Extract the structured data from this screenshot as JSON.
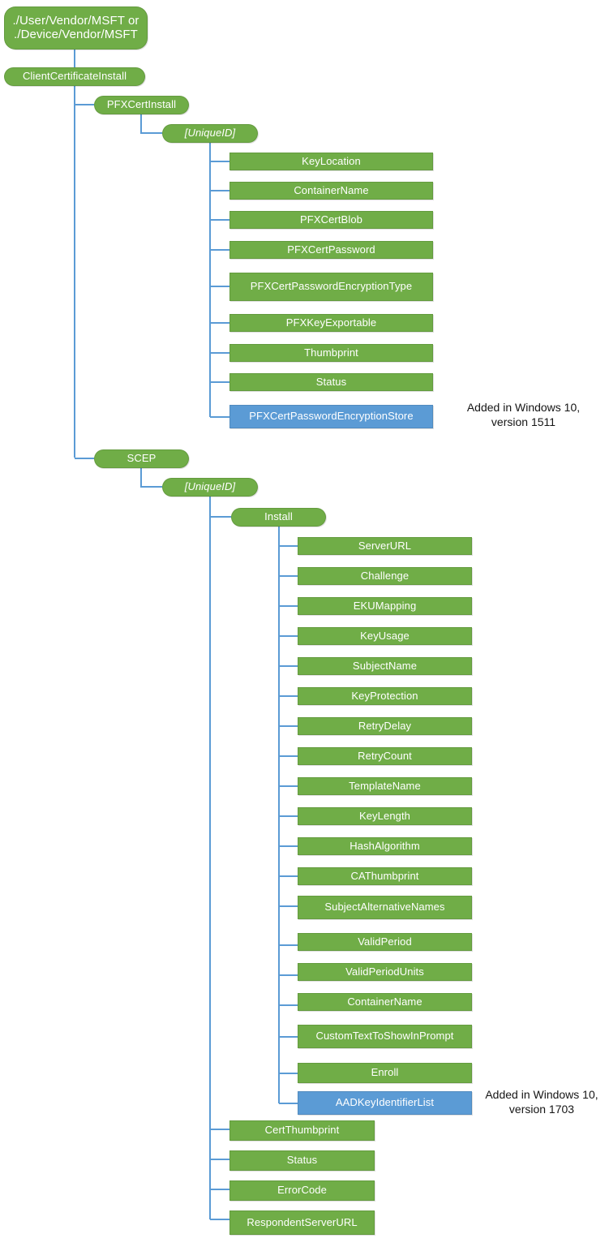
{
  "diagram": {
    "title": "ClientCertificateInstall CSP node tree",
    "colors": {
      "node_green": "#70AD47",
      "node_blue": "#5B9BD5",
      "connector": "#5B9BD5",
      "node_text": "#FFFFFF",
      "annotation_text": "#151515",
      "background": "#FFFFFF"
    }
  },
  "nodes": {
    "root": "./User/Vendor/MSFT or\n./Device/Vendor/MSFT",
    "client_certificate_install": "ClientCertificateInstall",
    "pfx_cert_install": "PFXCertInstall",
    "pfx_unique_id": "[UniqueID]",
    "scep": "SCEP",
    "scep_unique_id": "[UniqueID]",
    "install": "Install"
  },
  "pfx_children": [
    {
      "label": "KeyLocation",
      "color": "green"
    },
    {
      "label": "ContainerName",
      "color": "green"
    },
    {
      "label": "PFXCertBlob",
      "color": "green"
    },
    {
      "label": "PFXCertPassword",
      "color": "green"
    },
    {
      "label": "PFXCertPasswordEncryptionType",
      "color": "green"
    },
    {
      "label": "PFXKeyExportable",
      "color": "green"
    },
    {
      "label": "Thumbprint",
      "color": "green"
    },
    {
      "label": "Status",
      "color": "green"
    },
    {
      "label": "PFXCertPasswordEncryptionStore",
      "color": "blue"
    }
  ],
  "install_children": [
    {
      "label": "ServerURL",
      "color": "green"
    },
    {
      "label": "Challenge",
      "color": "green"
    },
    {
      "label": "EKUMapping",
      "color": "green"
    },
    {
      "label": "KeyUsage",
      "color": "green"
    },
    {
      "label": "SubjectName",
      "color": "green"
    },
    {
      "label": "KeyProtection",
      "color": "green"
    },
    {
      "label": "RetryDelay",
      "color": "green"
    },
    {
      "label": "RetryCount",
      "color": "green"
    },
    {
      "label": "TemplateName",
      "color": "green"
    },
    {
      "label": "KeyLength",
      "color": "green"
    },
    {
      "label": "HashAlgorithm",
      "color": "green"
    },
    {
      "label": "CAThumbprint",
      "color": "green"
    },
    {
      "label": "SubjectAlternativeNames",
      "color": "green"
    },
    {
      "label": "ValidPeriod",
      "color": "green"
    },
    {
      "label": "ValidPeriodUnits",
      "color": "green"
    },
    {
      "label": "ContainerName",
      "color": "green"
    },
    {
      "label": "CustomTextToShowInPrompt",
      "color": "green"
    },
    {
      "label": "Enroll",
      "color": "green"
    },
    {
      "label": "AADKeyIdentifierList",
      "color": "blue"
    }
  ],
  "scep_unique_id_children": [
    {
      "label": "CertThumbprint",
      "color": "green"
    },
    {
      "label": "Status",
      "color": "green"
    },
    {
      "label": "ErrorCode",
      "color": "green"
    },
    {
      "label": "RespondentServerURL",
      "color": "green"
    }
  ],
  "annotations": [
    {
      "text": "Added in Windows 10,\nversion 1511",
      "target": "PFXCertPasswordEncryptionStore"
    },
    {
      "text": "Added in Windows 10,\nversion 1703",
      "target": "AADKeyIdentifierList"
    }
  ]
}
